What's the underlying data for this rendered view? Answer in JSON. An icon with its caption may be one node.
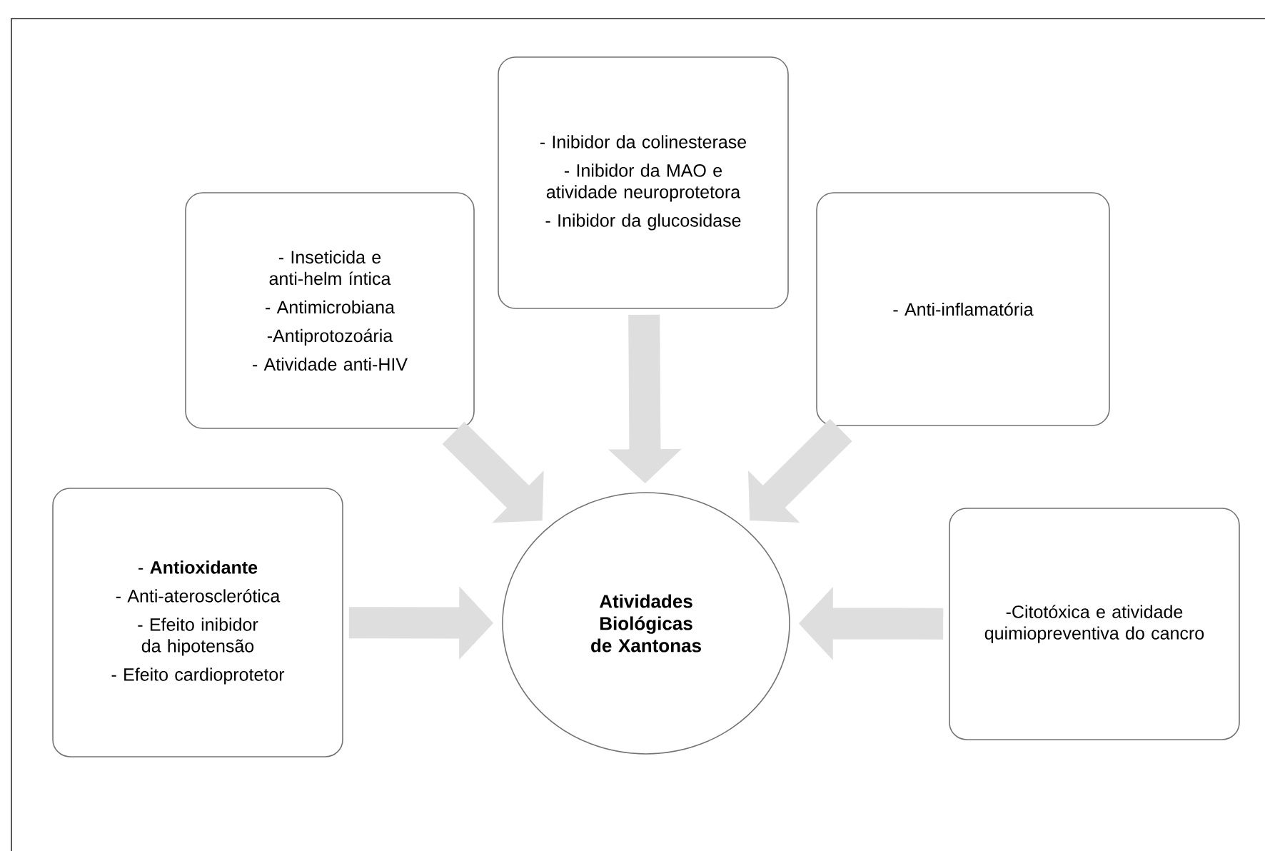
{
  "diagram": {
    "nodes": [
      {
        "text": [
          "Atividades Biológicas de Xantonas"
        ]
      },
      {
        "text": [
          "- Inseticida e anti-helm íntica",
          "- Antimicrobiana",
          "-Antiprotozoária",
          "- Atividade anti-HIV"
        ]
      },
      {
        "text": [
          "- Inibidor da colinesterase",
          "- Inibidor da MAO e atividade neuroprotetora",
          "- Inibidor da glucosidase"
        ]
      },
      {
        "text": [
          "- Anti-inflamatória"
        ]
      },
      {
        "text": [
          "- **Antioxidante**",
          "- Anti-aterosclerótica",
          "- Efeito inibidor da hipotensão",
          "- Efeito cardioprotetor"
        ]
      },
      {
        "text": [
          "-Citotóxica e atividade quimiopreventiva do cancro"
        ]
      }
    ],
    "edges": [
      {
        "from": 1,
        "to": 0,
        "arrow": "to"
      },
      {
        "from": 2,
        "to": 0,
        "arrow": "to"
      },
      {
        "from": 3,
        "to": 0,
        "arrow": "to"
      },
      {
        "from": 4,
        "to": 0,
        "arrow": "to"
      },
      {
        "from": 5,
        "to": 0,
        "arrow": "to"
      }
    ]
  }
}
